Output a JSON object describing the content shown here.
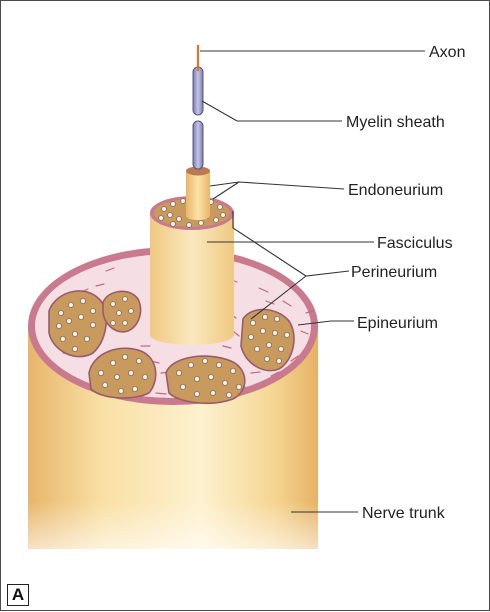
{
  "figure": {
    "panel_letter": "A",
    "labels": {
      "axon": "Axon",
      "myelin_sheath": "Myelin sheath",
      "endoneurium": "Endoneurium",
      "fasciculus": "Fasciculus",
      "perineurium": "Perineurium",
      "epineurium": "Epineurium",
      "nerve_trunk": "Nerve trunk"
    },
    "colors": {
      "trunk": "#f6d89a",
      "epineurium_ring": "#c97a8e",
      "fascicle_fill": "#c99a5e",
      "axon": "#e0732a",
      "myelin": "#9c9cc8"
    }
  }
}
